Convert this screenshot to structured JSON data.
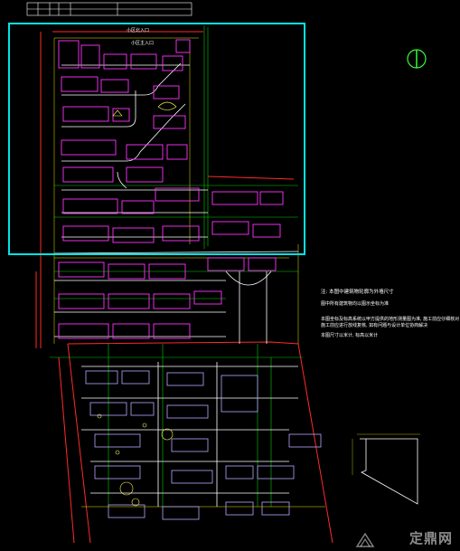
{
  "title_block": {
    "cells": [
      "",
      "",
      "",
      "",
      "",
      ""
    ]
  },
  "labels": {
    "main_entrance": "小区主入口",
    "north_gate": "小区北入口"
  },
  "notes": [
    "注: 本图中建筑物轮廓为外墙尺寸",
    "图中所有建筑物均以图示坐标为准",
    "本图坐标及标高系统以甲方提供的地形测量图为准, 施工前应仔细核对",
    "施工前应进行放线复核, 如有问题与设计单位协商解决",
    "本图尺寸以米计, 标高以米计"
  ],
  "north_arrow": {
    "symbol": "north-arrow-icon"
  },
  "colors": {
    "background": "#000000",
    "viewport_frame": "#00e5e5",
    "building_outline": "#ff33ff",
    "road": "#ffffff",
    "boundary": "#ff2a2a",
    "grid_line": "#00ff00",
    "dim_line": "#ffff00",
    "label_green": "#33ff33"
  },
  "watermark": {
    "text": "定鼎网"
  }
}
